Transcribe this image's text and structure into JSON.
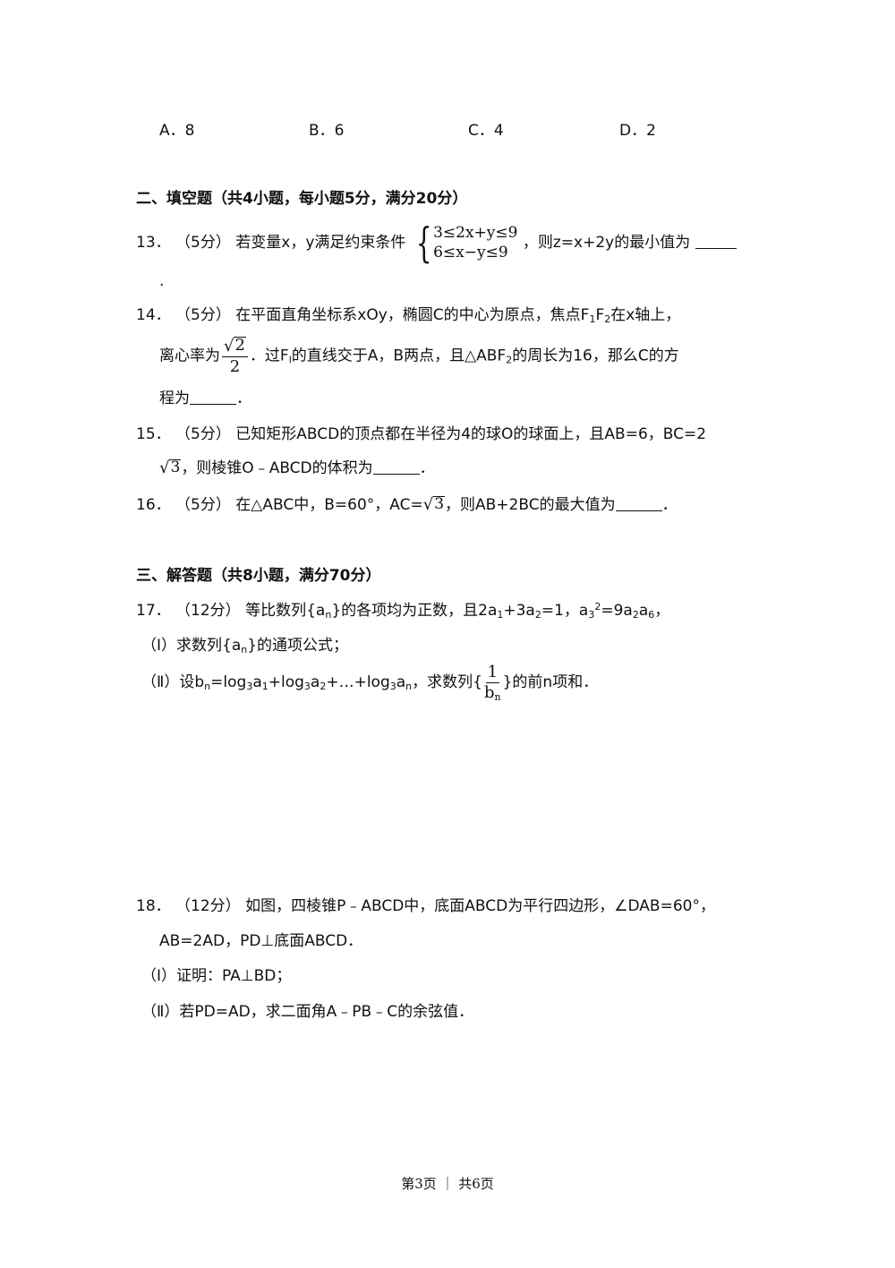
{
  "options": {
    "a": "A．8",
    "b": "B．6",
    "c": "C．4",
    "d": "D．2"
  },
  "section2": {
    "heading": "二、填空题（共4小题，每小题5分，满分20分）"
  },
  "q13": {
    "num": "13．",
    "score": "（5分）",
    "text_a": "若变量x，y满足约束条件",
    "row1": "3≤2x+y≤9",
    "row2": "6≤x−y≤9",
    "text_b": "，则z=x+2y的最小值为",
    "tail": "."
  },
  "q14": {
    "num": "14．",
    "score": "（5分）",
    "l1_a": "在平面直角坐标系xOy，椭圆C的中心为原点，焦点F",
    "sub1": "1",
    "l1_b": "F",
    "sub2": "2",
    "l1_c": "在x轴上，",
    "l2_a": "离心率为",
    "frac_num": "2",
    "frac_den": "2",
    "l2_b": "．过F",
    "sub3": "l",
    "l2_c": "的直线交于A，B两点，且△ABF",
    "sub4": "2",
    "l2_d": "的周长为16，那么C的方",
    "l3_a": "程为",
    "l3_b": "．"
  },
  "q15": {
    "num": "15．",
    "score": "（5分）",
    "l1": "已知矩形ABCD的顶点都在半径为4的球O的球面上，且AB=6，BC=2",
    "sqrt": "3",
    "l2": "，则棱锥O﹣ABCD的体积为",
    "tail": "．"
  },
  "q16": {
    "num": "16．",
    "score": "（5分）",
    "text_a": "在△ABC中，B=60°，AC=",
    "sqrt": "3",
    "text_b": "，则AB+2BC的最大值为",
    "tail": "．"
  },
  "section3": {
    "heading": "三、解答题（共8小题，满分70分）"
  },
  "q17": {
    "num": "17．",
    "score": "（12分）",
    "l1_a": "等比数列{a",
    "s1": "n",
    "l1_b": "}的各项均为正数，且2a",
    "s2": "1",
    "l1_c": "+3a",
    "s3": "2",
    "l1_d": "=1，a",
    "s4": "3",
    "sup1": "2",
    "l1_e": "=9a",
    "s5": "2",
    "l1_f": "a",
    "s6": "6",
    "l1_g": "，",
    "p1_label": "（Ⅰ）",
    "p1_a": "求数列{a",
    "p1_s": "n",
    "p1_b": "}的通项公式；",
    "p2_label": "（Ⅱ）",
    "p2_a": "设b",
    "p2_s1": "n",
    "p2_b": "=log",
    "p2_s2": "3",
    "p2_c": "a",
    "p2_s3": "1",
    "p2_d": "+log",
    "p2_s4": "3",
    "p2_e": "a",
    "p2_s5": "2",
    "p2_f": "+…+log",
    "p2_s6": "3",
    "p2_g": "a",
    "p2_s7": "n",
    "p2_h": "，求数列{",
    "frac_num": "1",
    "frac_den": "b",
    "frac_den_sub": "n",
    "p2_i": "}的前n项和．"
  },
  "q18": {
    "num": "18．",
    "score": "（12分）",
    "l1": "如图，四棱锥P﹣ABCD中，底面ABCD为平行四边形，∠DAB=60°，",
    "l2": "AB=2AD，PD⊥底面ABCD．",
    "p1_label": "（Ⅰ）",
    "p1": "证明：PA⊥BD；",
    "p2_label": "（Ⅱ）",
    "p2": "若PD=AD，求二面角A﹣PB﹣C的余弦值．"
  },
  "footer": {
    "text": "第3页 ｜ 共6页"
  }
}
